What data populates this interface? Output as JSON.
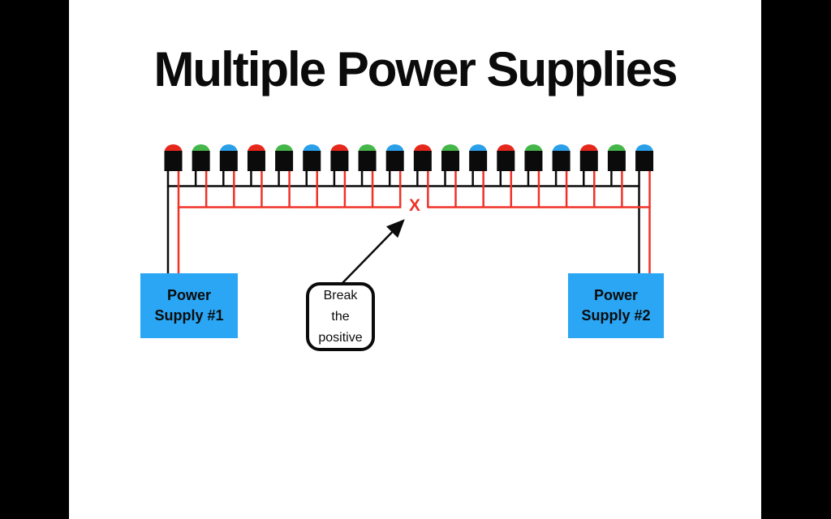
{
  "slide": {
    "title": "Multiple Power Supplies",
    "background_color": "#ffffff",
    "letterbox_color": "#000000"
  },
  "diagram": {
    "led_strip": {
      "led_colors": [
        "red",
        "green",
        "blue",
        "red",
        "green",
        "blue",
        "red",
        "green",
        "blue",
        "red",
        "green",
        "blue",
        "red",
        "green",
        "blue",
        "red",
        "green",
        "blue"
      ],
      "color_map": {
        "red": "#E6271C",
        "green": "#45B649",
        "blue": "#2B9FE8"
      },
      "body_color": "#0b0b0b"
    },
    "wires": {
      "negative_color": "#0b0b0b",
      "positive_color": "#EF3228"
    },
    "break_marker": {
      "label": "X",
      "color": "#EF3228"
    },
    "callout": {
      "lines": [
        "Break",
        "the",
        "positive"
      ]
    },
    "power_supplies": [
      {
        "lines": [
          "Power",
          "Supply #1"
        ],
        "fill": "#2AA6F4"
      },
      {
        "lines": [
          "Power",
          "Supply #2"
        ],
        "fill": "#2AA6F4"
      }
    ]
  }
}
